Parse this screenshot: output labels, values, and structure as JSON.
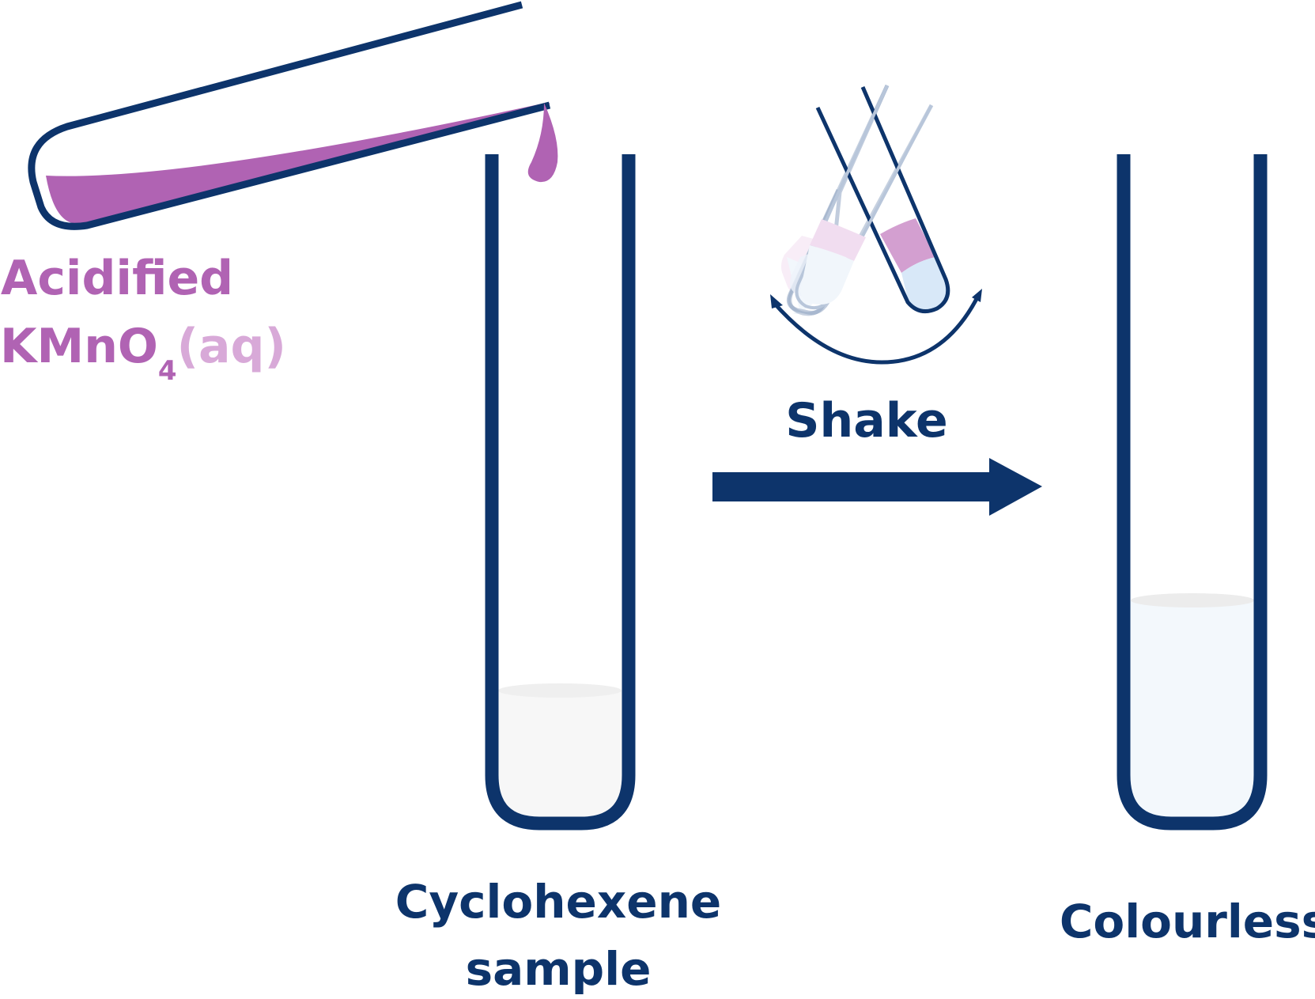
{
  "reagent_label": {
    "line1": "Acidified",
    "formula_main": "KMnO",
    "formula_subscript": "4",
    "state": "(aq)"
  },
  "sample_label": {
    "line1": "Cyclohexene",
    "line2": "sample"
  },
  "shake_label": "Shake",
  "result_label": "Colourless",
  "colors": {
    "glass": "#0d346b",
    "permanganate": "#b063b3",
    "permanganate_light": "#d8a9d8",
    "sample_liquid": "#f7f7f7",
    "result_liquid": "#f3f8fc"
  }
}
